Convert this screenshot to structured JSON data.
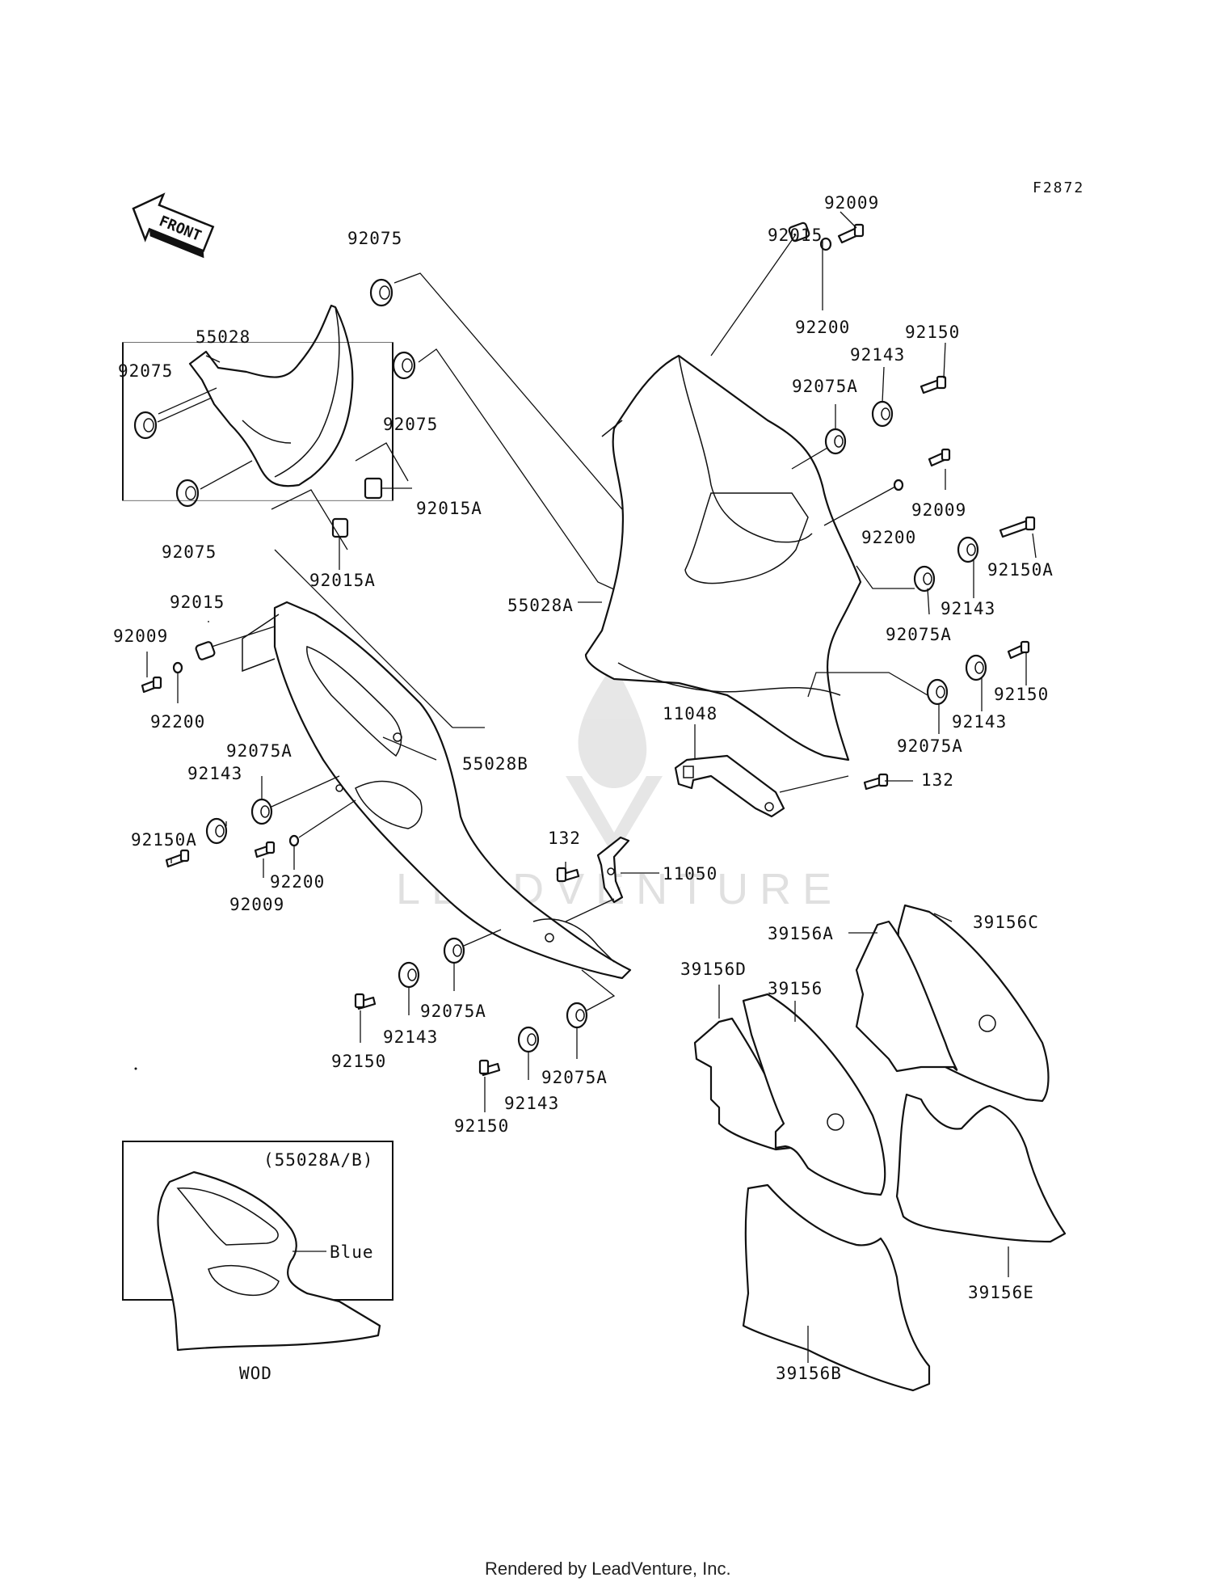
{
  "figure_code": "F2872",
  "front_label": "FRONT",
  "inset": {
    "title": "(55028A/B)",
    "color_label": "Blue",
    "variant": "WOD"
  },
  "labels": {
    "l92075_top": "92075",
    "l92075_left": "92075",
    "l92075_mid": "92075",
    "l92075_bot": "92075",
    "l55028": "55028",
    "l92015A_1": "92015A",
    "l92015A_2": "92015A",
    "l92015_top": "92015",
    "l92009_top": "92009",
    "l92200_top": "92200",
    "l92150_top": "92150",
    "l92143_top": "92143",
    "l92075A_top": "92075A",
    "l92009_mid": "92009",
    "l92200_mid": "92200",
    "l92150A_right": "92150A",
    "l92143_r2": "92143",
    "l92075A_r2": "92075A",
    "l55028A": "55028A",
    "l92150_r3": "92150",
    "l92143_r3": "92143",
    "l92075A_r3": "92075A",
    "l11048": "11048",
    "l132_right": "132",
    "l92015_left": "92015",
    "l92009_left": "92009",
    "l92200_left": "92200",
    "l92075A_left": "92075A",
    "l92143_left": "92143",
    "l92150A_left": "92150A",
    "l55028B": "55028B",
    "l92200_left2": "92200",
    "l92009_left2": "92009",
    "l132_mid": "132",
    "l11050": "11050",
    "l92075A_bot1": "92075A",
    "l92143_bot1": "92143",
    "l92150_bot1": "92150",
    "l92075A_bot2": "92075A",
    "l92143_bot2": "92143",
    "l92150_bot2": "92150",
    "l39156A": "39156A",
    "l39156C": "39156C",
    "l39156D": "39156D",
    "l39156": "39156",
    "l39156E": "39156E",
    "l39156B": "39156B"
  },
  "watermark": "LEADVENTURE",
  "footer": "Rendered by LeadVenture, Inc."
}
